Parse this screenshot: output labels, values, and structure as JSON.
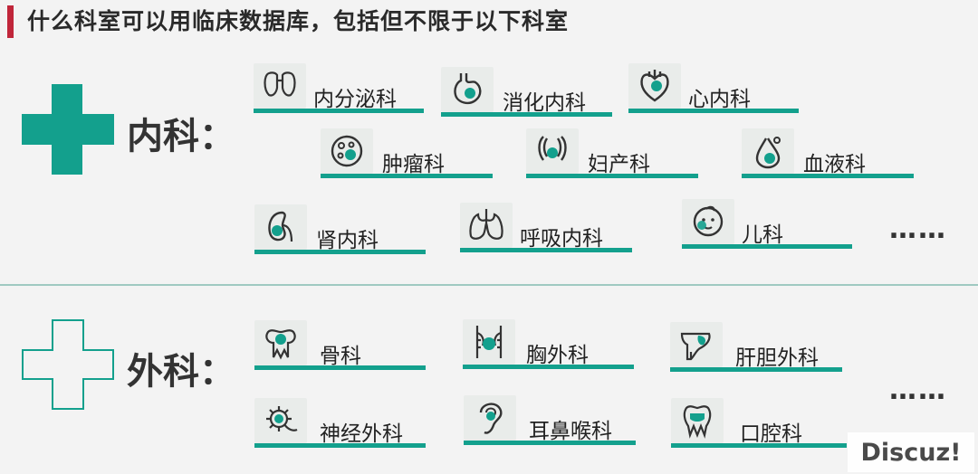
{
  "title": "什么科室可以用临床数据库，包括但不限于以下科室",
  "colors": {
    "accent": "#13a08d",
    "title_bar": "#c0263a"
  },
  "internal": {
    "label": "内科：",
    "icon": "filled-cross-icon",
    "items": [
      {
        "label": "内分泌科",
        "icon": "thyroid-icon"
      },
      {
        "label": "消化内科",
        "icon": "stomach-icon"
      },
      {
        "label": "心内科",
        "icon": "heart-icon"
      },
      {
        "label": "肿瘤科",
        "icon": "tumor-cell-icon"
      },
      {
        "label": "妇产科",
        "icon": "uterus-icon"
      },
      {
        "label": "血液科",
        "icon": "blood-drop-icon"
      },
      {
        "label": "肾内科",
        "icon": "kidney-icon"
      },
      {
        "label": "呼吸内科",
        "icon": "lungs-icon"
      },
      {
        "label": "儿科",
        "icon": "baby-face-icon"
      }
    ],
    "more": "……"
  },
  "surgery": {
    "label": "外科：",
    "icon": "outline-cross-icon",
    "items": [
      {
        "label": "骨科",
        "icon": "bone-icon"
      },
      {
        "label": "胸外科",
        "icon": "chest-icon"
      },
      {
        "label": "肝胆外科",
        "icon": "liver-icon"
      },
      {
        "label": "神经外科",
        "icon": "neuron-icon"
      },
      {
        "label": "耳鼻喉科",
        "icon": "ear-icon"
      },
      {
        "label": "口腔科",
        "icon": "tooth-icon"
      }
    ],
    "more": "……"
  },
  "watermark": "Discuz!"
}
